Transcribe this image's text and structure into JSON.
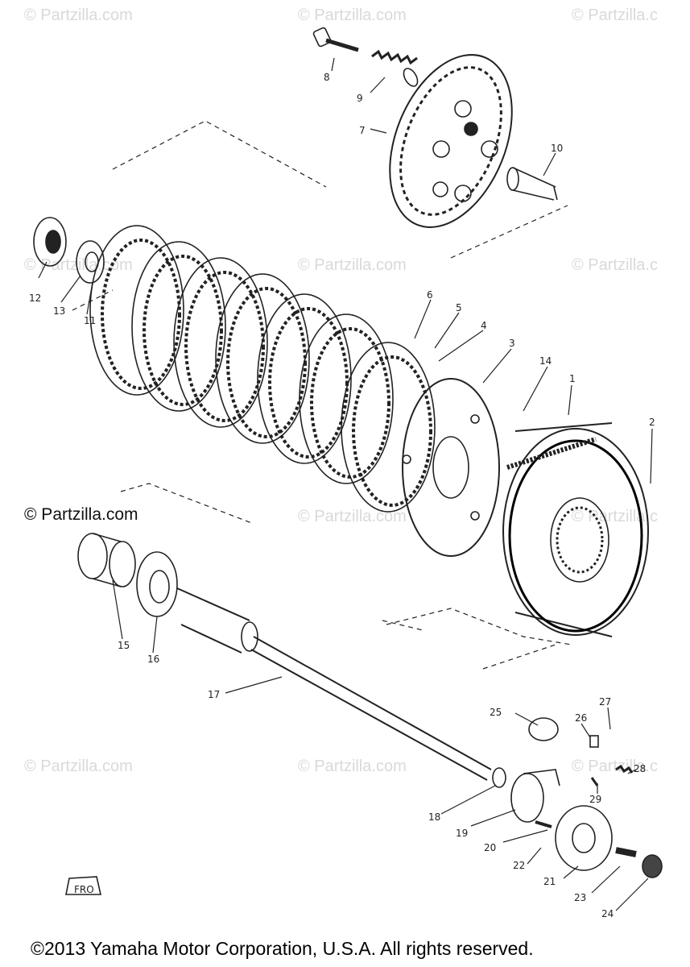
{
  "watermarks": {
    "row1": [
      "© Partzilla.com",
      "© Partzilla.com",
      "© Partzilla.c"
    ],
    "row2": [
      "© Partzilla.com",
      "© Partzilla.com",
      "© Partzilla.c"
    ],
    "row3": [
      "© Partzilla.com",
      "© Partzilla.com",
      "© Partzilla.c"
    ],
    "row4": [
      "© Partzilla.com",
      "© Partzilla.com",
      "© Partzilla.c"
    ]
  },
  "credit": "© Partzilla.com",
  "copyright": "©2013 Yamaha Motor Corporation, U.S.A. All rights reserved.",
  "callouts": [
    "1",
    "2",
    "3",
    "4",
    "5",
    "6",
    "7",
    "8",
    "9",
    "10",
    "11",
    "12",
    "13",
    "14",
    "15",
    "16",
    "17",
    "18",
    "19",
    "20",
    "21",
    "22",
    "23",
    "24",
    "25",
    "26",
    "27",
    "28",
    "29"
  ],
  "front_marker": "FRO"
}
